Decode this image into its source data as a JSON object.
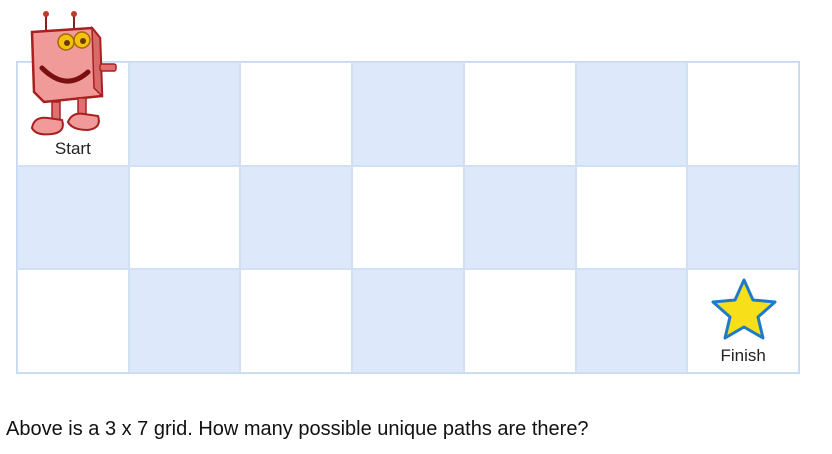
{
  "grid": {
    "rows": 3,
    "cols": 7,
    "colors": {
      "light": "#ffffff",
      "blue": "#dde9fb",
      "border": "#d2e0f4"
    },
    "start": {
      "row": 0,
      "col": 0,
      "label": "Start"
    },
    "finish": {
      "row": 2,
      "col": 6,
      "label": "Finish"
    }
  },
  "icons": {
    "start": "robot-icon",
    "finish": "star-icon"
  },
  "caption": "Above is a 3 x 7 grid. How many possible unique paths are there?"
}
